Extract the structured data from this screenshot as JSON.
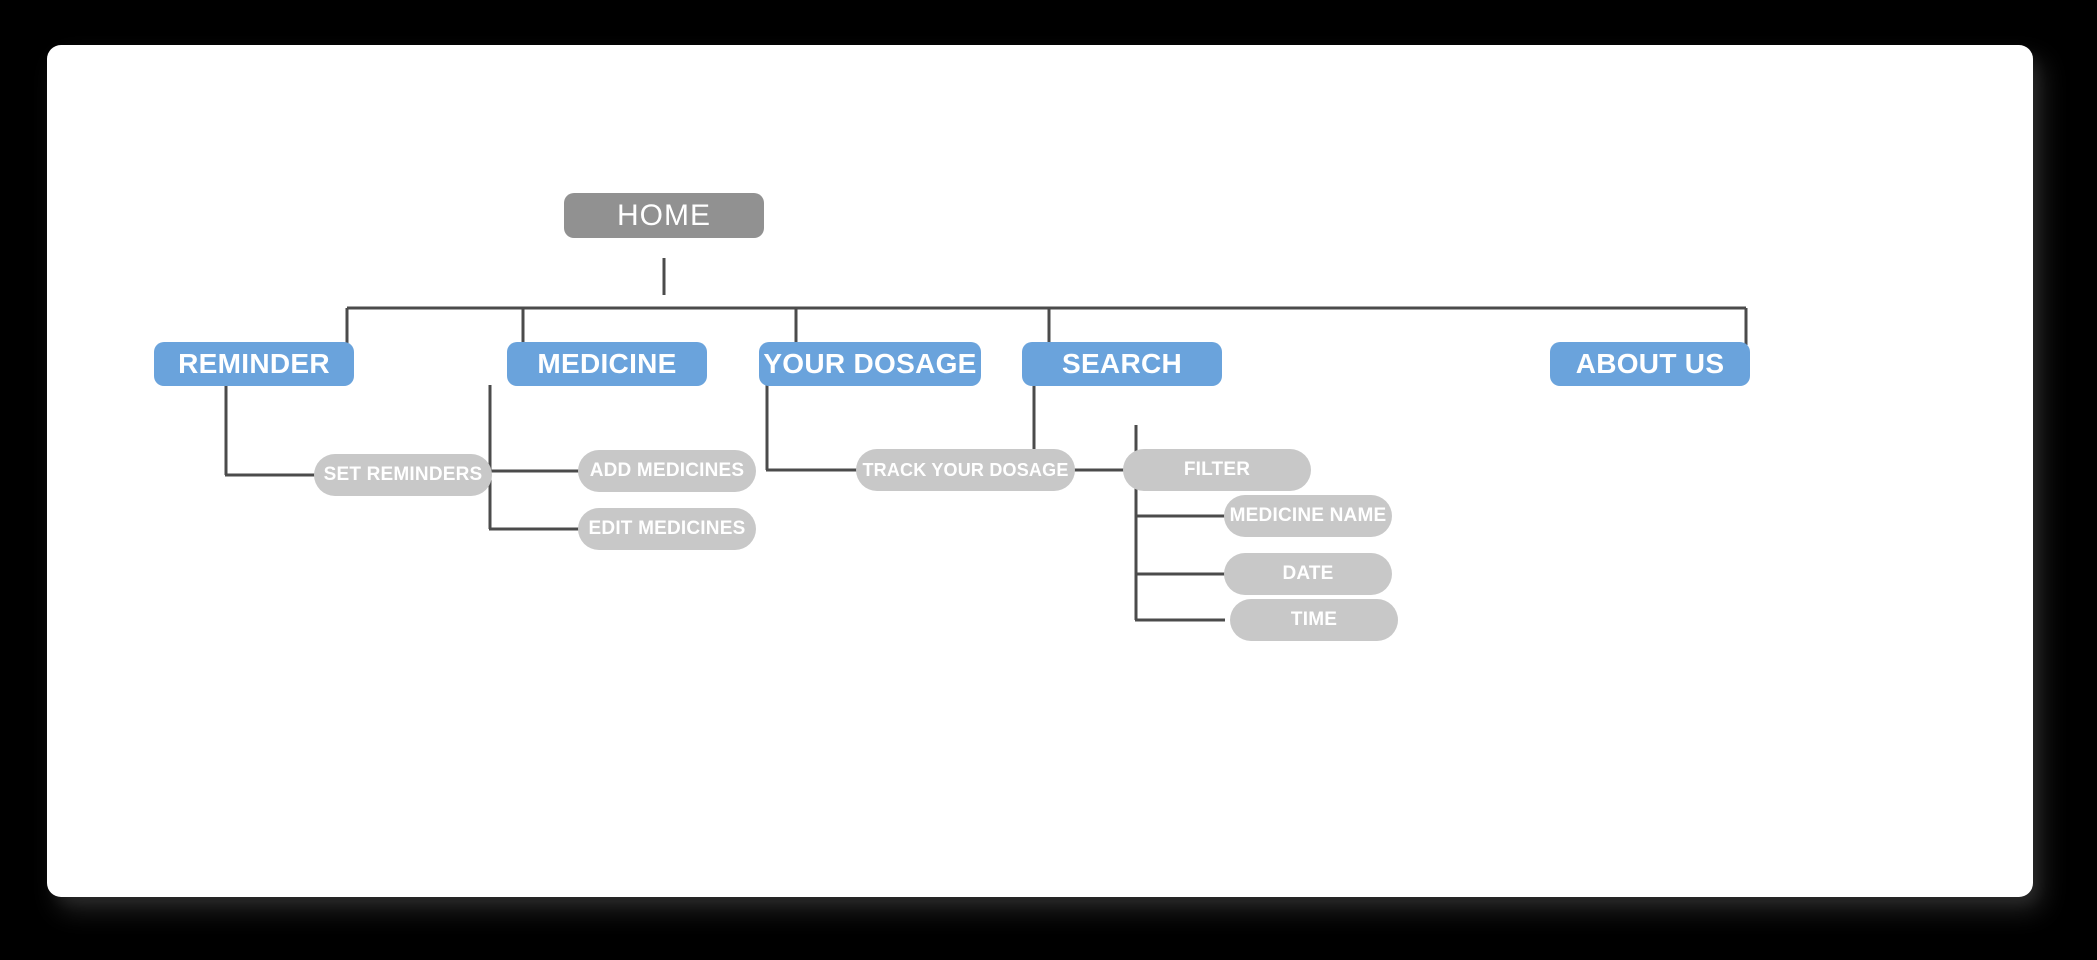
{
  "diagram": {
    "type": "sitemap-tree",
    "title_text": "",
    "colors": {
      "canvas_background": "#000000",
      "card_background": "#ffffff",
      "root_node": "#919191",
      "primary_node": "#6aa3dc",
      "leaf_node": "#c8c8c8",
      "node_label": "#ffffff",
      "connector": "#4b4b4b"
    },
    "root": {
      "label": "HOME"
    },
    "primary_nodes": [
      {
        "label": "REMINDER"
      },
      {
        "label": "MEDICINE"
      },
      {
        "label": "YOUR DOSAGE"
      },
      {
        "label": "SEARCH"
      },
      {
        "label": "ABOUT US"
      }
    ],
    "leaf_nodes": {
      "reminder": [
        {
          "label": "SET REMINDERS"
        }
      ],
      "medicine": [
        {
          "label": "ADD MEDICINES"
        },
        {
          "label": "EDIT MEDICINES"
        }
      ],
      "your_dosage": [
        {
          "label": "TRACK YOUR DOSAGE"
        }
      ],
      "search": [
        {
          "label": "FILTER"
        }
      ],
      "filter": [
        {
          "label": "MEDICINE NAME"
        },
        {
          "label": "DATE"
        },
        {
          "label": "TIME"
        }
      ],
      "about_us": []
    }
  }
}
